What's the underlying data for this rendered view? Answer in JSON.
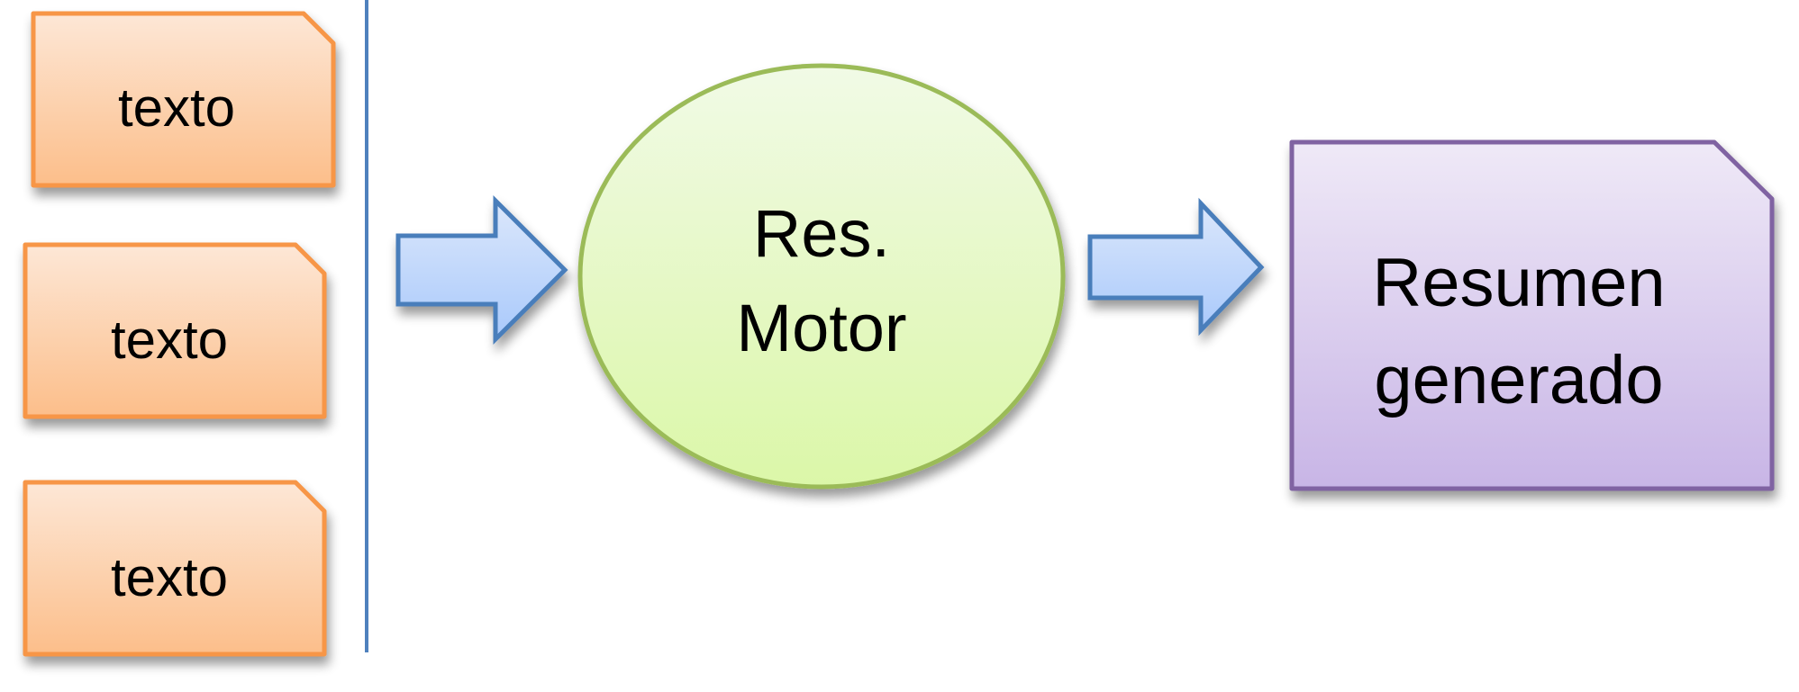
{
  "diagram": {
    "inputs": [
      {
        "label": "texto"
      },
      {
        "label": "texto"
      },
      {
        "label": "texto"
      }
    ],
    "engine": {
      "line1": "Res.",
      "line2": "Motor"
    },
    "output": {
      "line1": "Resumen",
      "line2": "generado"
    },
    "colors": {
      "input_stroke": "#f79646",
      "input_fill_top": "#fde7d6",
      "input_fill_bottom": "#fcbe8a",
      "divider": "#4f81bd",
      "arrow_stroke": "#4a7ebb",
      "arrow_fill_top": "#dbe7fb",
      "arrow_fill_bottom": "#a9c9fb",
      "engine_stroke": "#9bbb59",
      "engine_fill_top": "#f1fae6",
      "engine_fill_bottom": "#dbf7a8",
      "output_stroke": "#8064a2",
      "output_fill_top": "#efe9f7",
      "output_fill_bottom": "#c8b5e6"
    }
  }
}
